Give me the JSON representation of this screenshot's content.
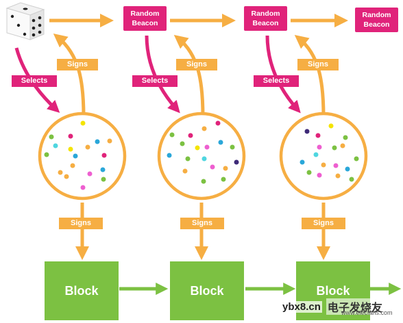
{
  "diagram": {
    "beacon_label_line1": "Random",
    "beacon_label_line2": "Beacon",
    "signs_label": "Signs",
    "selects_label": "Selects",
    "block_label": "Block",
    "colors": {
      "pink": "#e0237a",
      "orange": "#f6ae43",
      "green": "#7cc142",
      "dot_yellow": "#f4e400",
      "dot_orange": "#f6ae43",
      "dot_blue": "#2aa7d9",
      "dot_green": "#7cc142",
      "dot_pink": "#ee5fd0",
      "dot_red": "#e0237a",
      "dot_purple": "#3e2a78",
      "dot_cyan": "#4fd6e0"
    }
  },
  "watermark": {
    "site": "ybx8.cn",
    "brand": "电子发烧友",
    "url": "www.elecfans.com"
  }
}
